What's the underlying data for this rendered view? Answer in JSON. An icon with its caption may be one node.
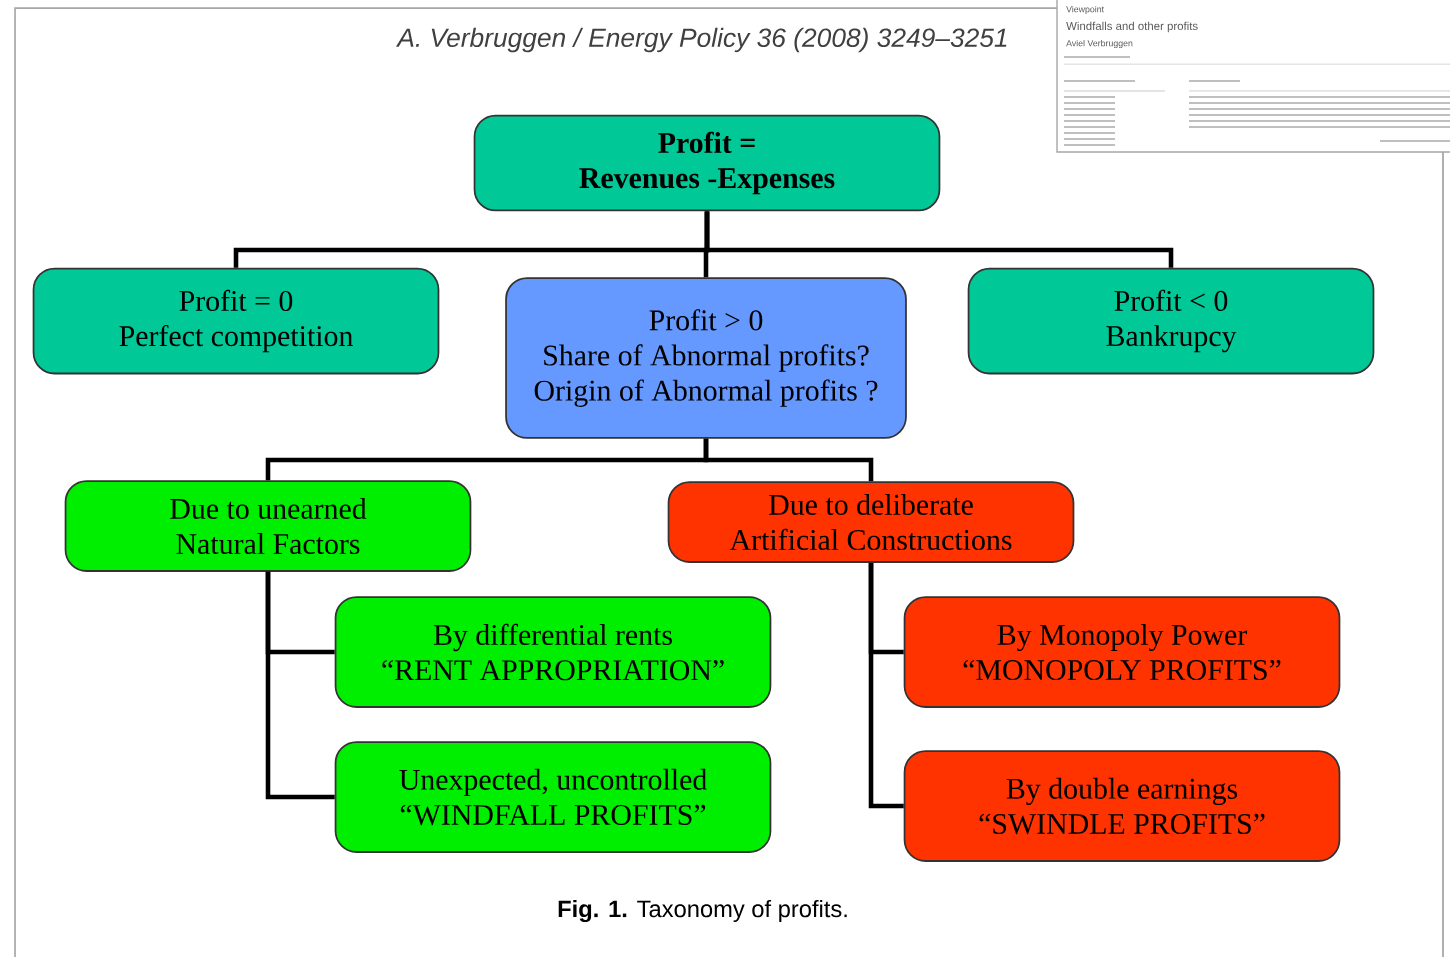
{
  "diagram": {
    "caption": "**Fig. 1.** Taxonomy of profits.",
    "nodes": [
      {
        "text": [
          "Profit =",
          "Revenues -Expenses"
        ]
      },
      {
        "text": [
          "Profit = 0",
          "Perfect competition"
        ]
      },
      {
        "text": [
          "Profit > 0",
          "Share of Abnormal profits?",
          "Origin of Abnormal profits ?"
        ]
      },
      {
        "text": [
          "Profit < 0",
          "Bankrupcy"
        ]
      },
      {
        "text": [
          "Due to unearned",
          "Natural Factors"
        ]
      },
      {
        "text": [
          "Due to deliberate",
          "Artificial Constructions"
        ]
      },
      {
        "text": [
          "By differential rents",
          "“RENT APPROPRIATION”"
        ]
      },
      {
        "text": [
          "Unexpected, uncontrolled",
          "“WINDFALL PROFITS”"
        ]
      },
      {
        "text": [
          "By Monopoly Power",
          "“MONOPOLY PROFITS”"
        ]
      },
      {
        "text": [
          "By double earnings",
          "“SWINDLE PROFITS”"
        ]
      }
    ],
    "edges": [
      {
        "from": 0,
        "to": 1,
        "arrow": "none"
      },
      {
        "from": 0,
        "to": 2,
        "arrow": "none"
      },
      {
        "from": 0,
        "to": 3,
        "arrow": "none"
      },
      {
        "from": 2,
        "to": 4,
        "arrow": "none"
      },
      {
        "from": 2,
        "to": 5,
        "arrow": "none"
      },
      {
        "from": 4,
        "to": 6,
        "arrow": "none"
      },
      {
        "from": 4,
        "to": 7,
        "arrow": "none"
      },
      {
        "from": 5,
        "to": 8,
        "arrow": "none"
      },
      {
        "from": 5,
        "to": 9,
        "arrow": "none"
      }
    ],
    "labels": [
      "A. Verbruggen / Energy Policy 36 (2008) 3249–3251",
      "Viewpoint",
      "Windfalls and other profits",
      "Aviel Verbruggen"
    ]
  }
}
